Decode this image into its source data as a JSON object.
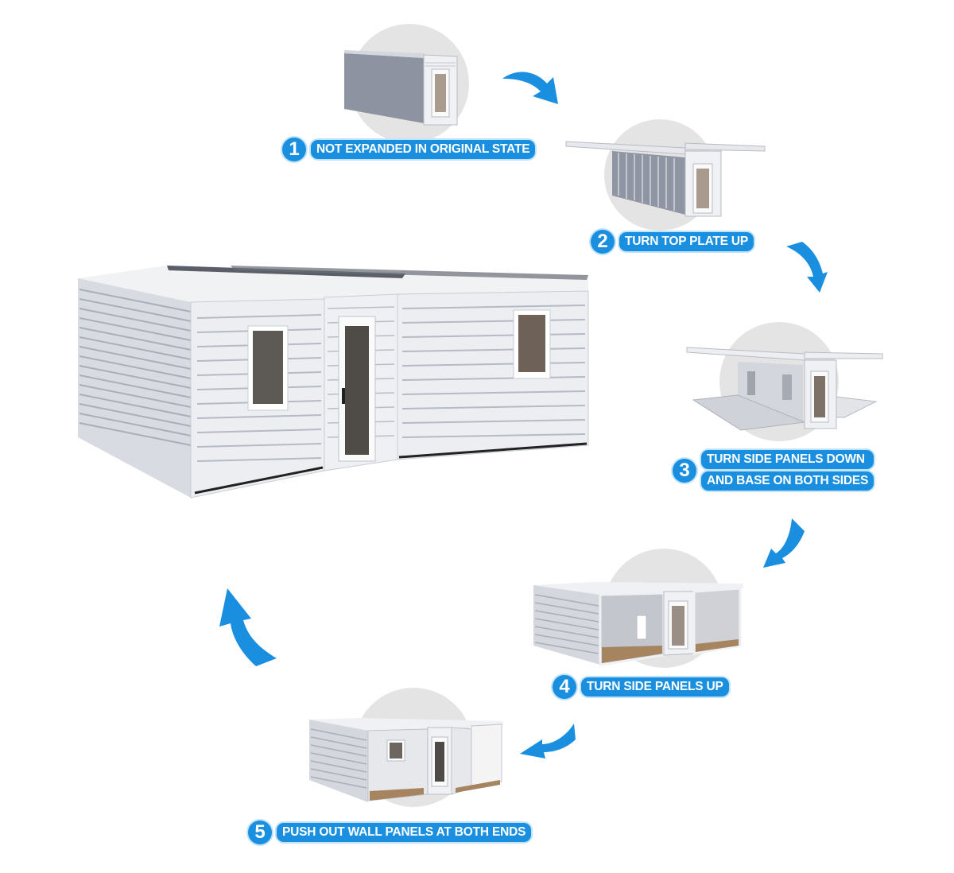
{
  "diagram": {
    "title": "Expandable container house unfolding steps",
    "accent_color": "#1a8fe0",
    "halo_color": "#bfe3fb",
    "steps": [
      {
        "number": "1",
        "lines": [
          "NOT EXPANDED IN ORIGINAL STATE"
        ]
      },
      {
        "number": "2",
        "lines": [
          "TURN TOP PLATE UP"
        ]
      },
      {
        "number": "3",
        "lines": [
          "TURN SIDE PANELS DOWN",
          "AND BASE ON BOTH SIDES"
        ]
      },
      {
        "number": "4",
        "lines": [
          "TURN SIDE PANELS UP"
        ]
      },
      {
        "number": "5",
        "lines": [
          "PUSH OUT WALL PANELS AT BOTH ENDS"
        ]
      }
    ],
    "arrows": [
      {
        "from": "1",
        "to": "2",
        "icon": "curved-arrow-right-down-icon"
      },
      {
        "from": "2",
        "to": "3",
        "icon": "curved-arrow-down-icon"
      },
      {
        "from": "3",
        "to": "4",
        "icon": "curved-arrow-down-left-icon"
      },
      {
        "from": "4",
        "to": "5",
        "icon": "curved-arrow-left-icon"
      },
      {
        "from": "5",
        "to": "final",
        "icon": "curved-arrow-up-icon"
      }
    ],
    "final_image": "fully-expanded-house"
  }
}
